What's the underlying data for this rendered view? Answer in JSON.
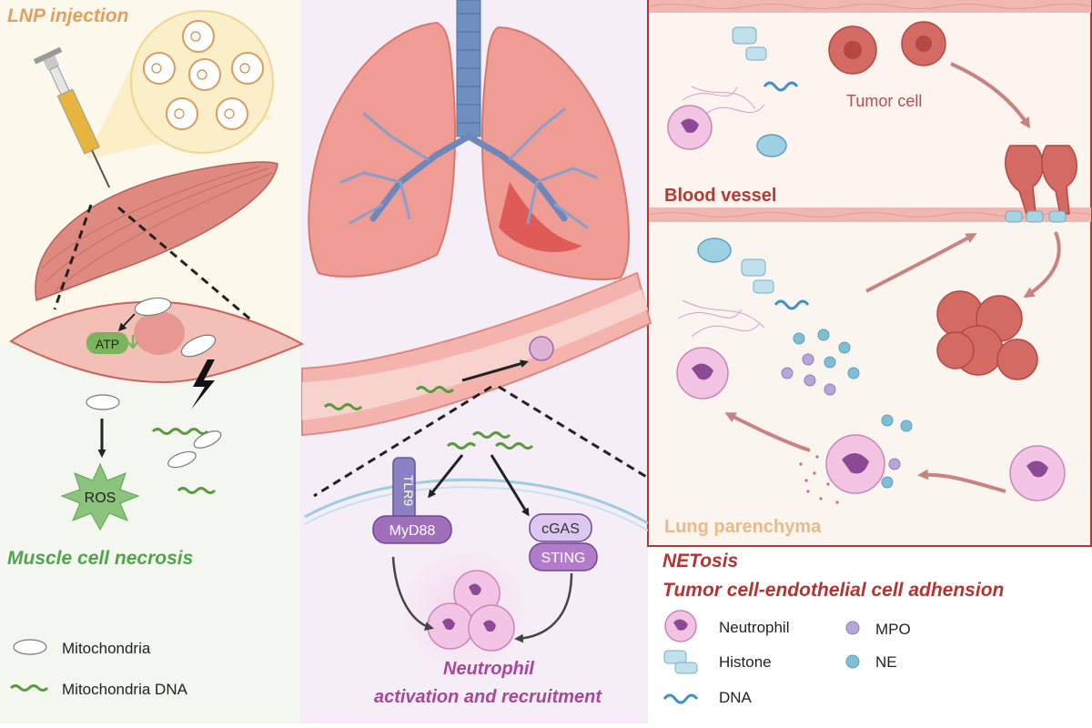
{
  "labels": {
    "lnp_injection": "LNP injection",
    "atp": "ATP",
    "ros": "ROS",
    "muscle_cell_necrosis": "Muscle cell necrosis",
    "tlr9": "TLR9",
    "myd88": "MyD88",
    "cgas": "cGAS",
    "sting": "STING",
    "neutrophil_activation_line1": "Neutrophil",
    "neutrophil_activation_line2": "activation and recruitment",
    "tumor_cell": "Tumor cell",
    "blood_vessel": "Blood vessel",
    "lung_parenchyma": "Lung parenchyma",
    "netosis": "NETosis",
    "tumor_adhesion": "Tumor cell-endothelial cell adhension"
  },
  "legend_left": [
    {
      "icon": "mitochondria-icon",
      "label": "Mitochondria"
    },
    {
      "icon": "mitochondria-dna-icon",
      "label": "Mitochondria DNA"
    }
  ],
  "legend_right": {
    "neutrophil": "Neutrophil",
    "histone": "Histone",
    "dna": "DNA",
    "mpo": "MPO",
    "ne": "NE"
  },
  "colors": {
    "lnp_orange": "#e2a05e",
    "muscle_green": "#4fa64a",
    "neutrophil_purple": "#a8469a",
    "tumor_red": "#b53330",
    "parenchyma_tan": "#e8b989",
    "mpo_purple": "#b7a6d9",
    "ne_blue": "#7fbfd6"
  }
}
